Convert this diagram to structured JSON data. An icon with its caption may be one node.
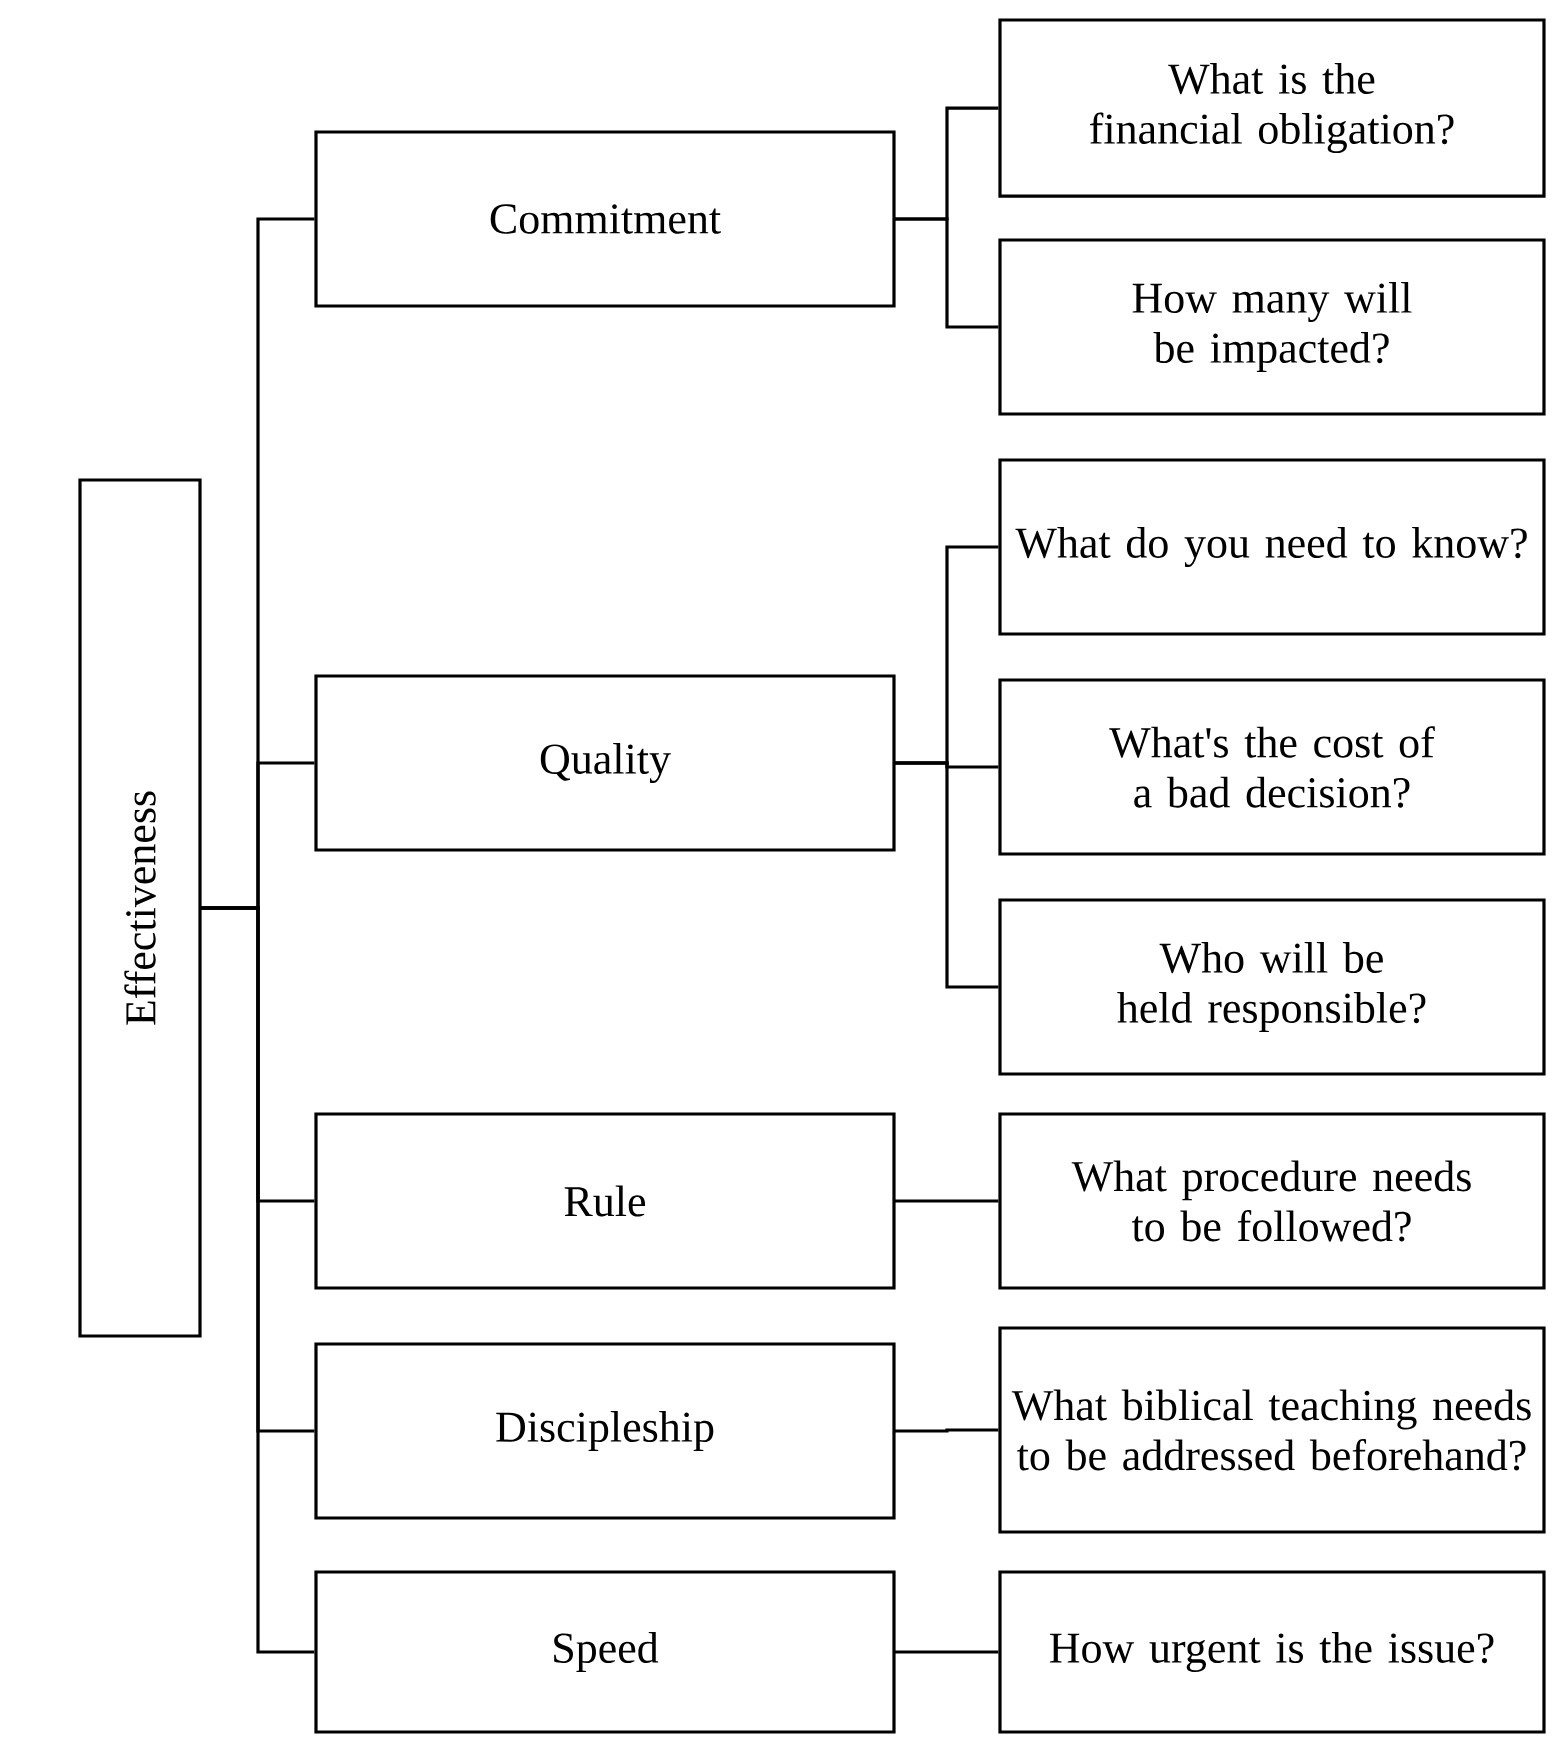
{
  "diagram": {
    "nodes": [
      {
        "text": [
          "Effectiveness"
        ]
      },
      {
        "text": [
          "Commitment"
        ]
      },
      {
        "text": [
          "What is the financial obligation?"
        ]
      },
      {
        "text": [
          "How many will be impacted?"
        ]
      },
      {
        "text": [
          "Quality"
        ]
      },
      {
        "text": [
          "What do you need to know?"
        ]
      },
      {
        "text": [
          "What's the cost of a bad decision?"
        ]
      },
      {
        "text": [
          "Who will be held responsible?"
        ]
      },
      {
        "text": [
          "Rule"
        ]
      },
      {
        "text": [
          "What procedure needs to be followed?"
        ]
      },
      {
        "text": [
          "Discipleship"
        ]
      },
      {
        "text": [
          "What biblical teaching needs to be addressed beforehand?"
        ]
      },
      {
        "text": [
          "Speed"
        ]
      },
      {
        "text": [
          "How urgent is the issue?"
        ]
      }
    ],
    "edges": [
      {
        "from": 0,
        "to": 1,
        "arrow": "none"
      },
      {
        "from": 0,
        "to": 4,
        "arrow": "none"
      },
      {
        "from": 0,
        "to": 8,
        "arrow": "none"
      },
      {
        "from": 0,
        "to": 10,
        "arrow": "none"
      },
      {
        "from": 0,
        "to": 12,
        "arrow": "none"
      },
      {
        "from": 1,
        "to": 2,
        "arrow": "none"
      },
      {
        "from": 1,
        "to": 3,
        "arrow": "none"
      },
      {
        "from": 4,
        "to": 5,
        "arrow": "none"
      },
      {
        "from": 4,
        "to": 6,
        "arrow": "none"
      },
      {
        "from": 4,
        "to": 7,
        "arrow": "none"
      },
      {
        "from": 8,
        "to": 9,
        "arrow": "none"
      },
      {
        "from": 10,
        "to": 11,
        "arrow": "none"
      },
      {
        "from": 12,
        "to": 13,
        "arrow": "none"
      }
    ]
  }
}
